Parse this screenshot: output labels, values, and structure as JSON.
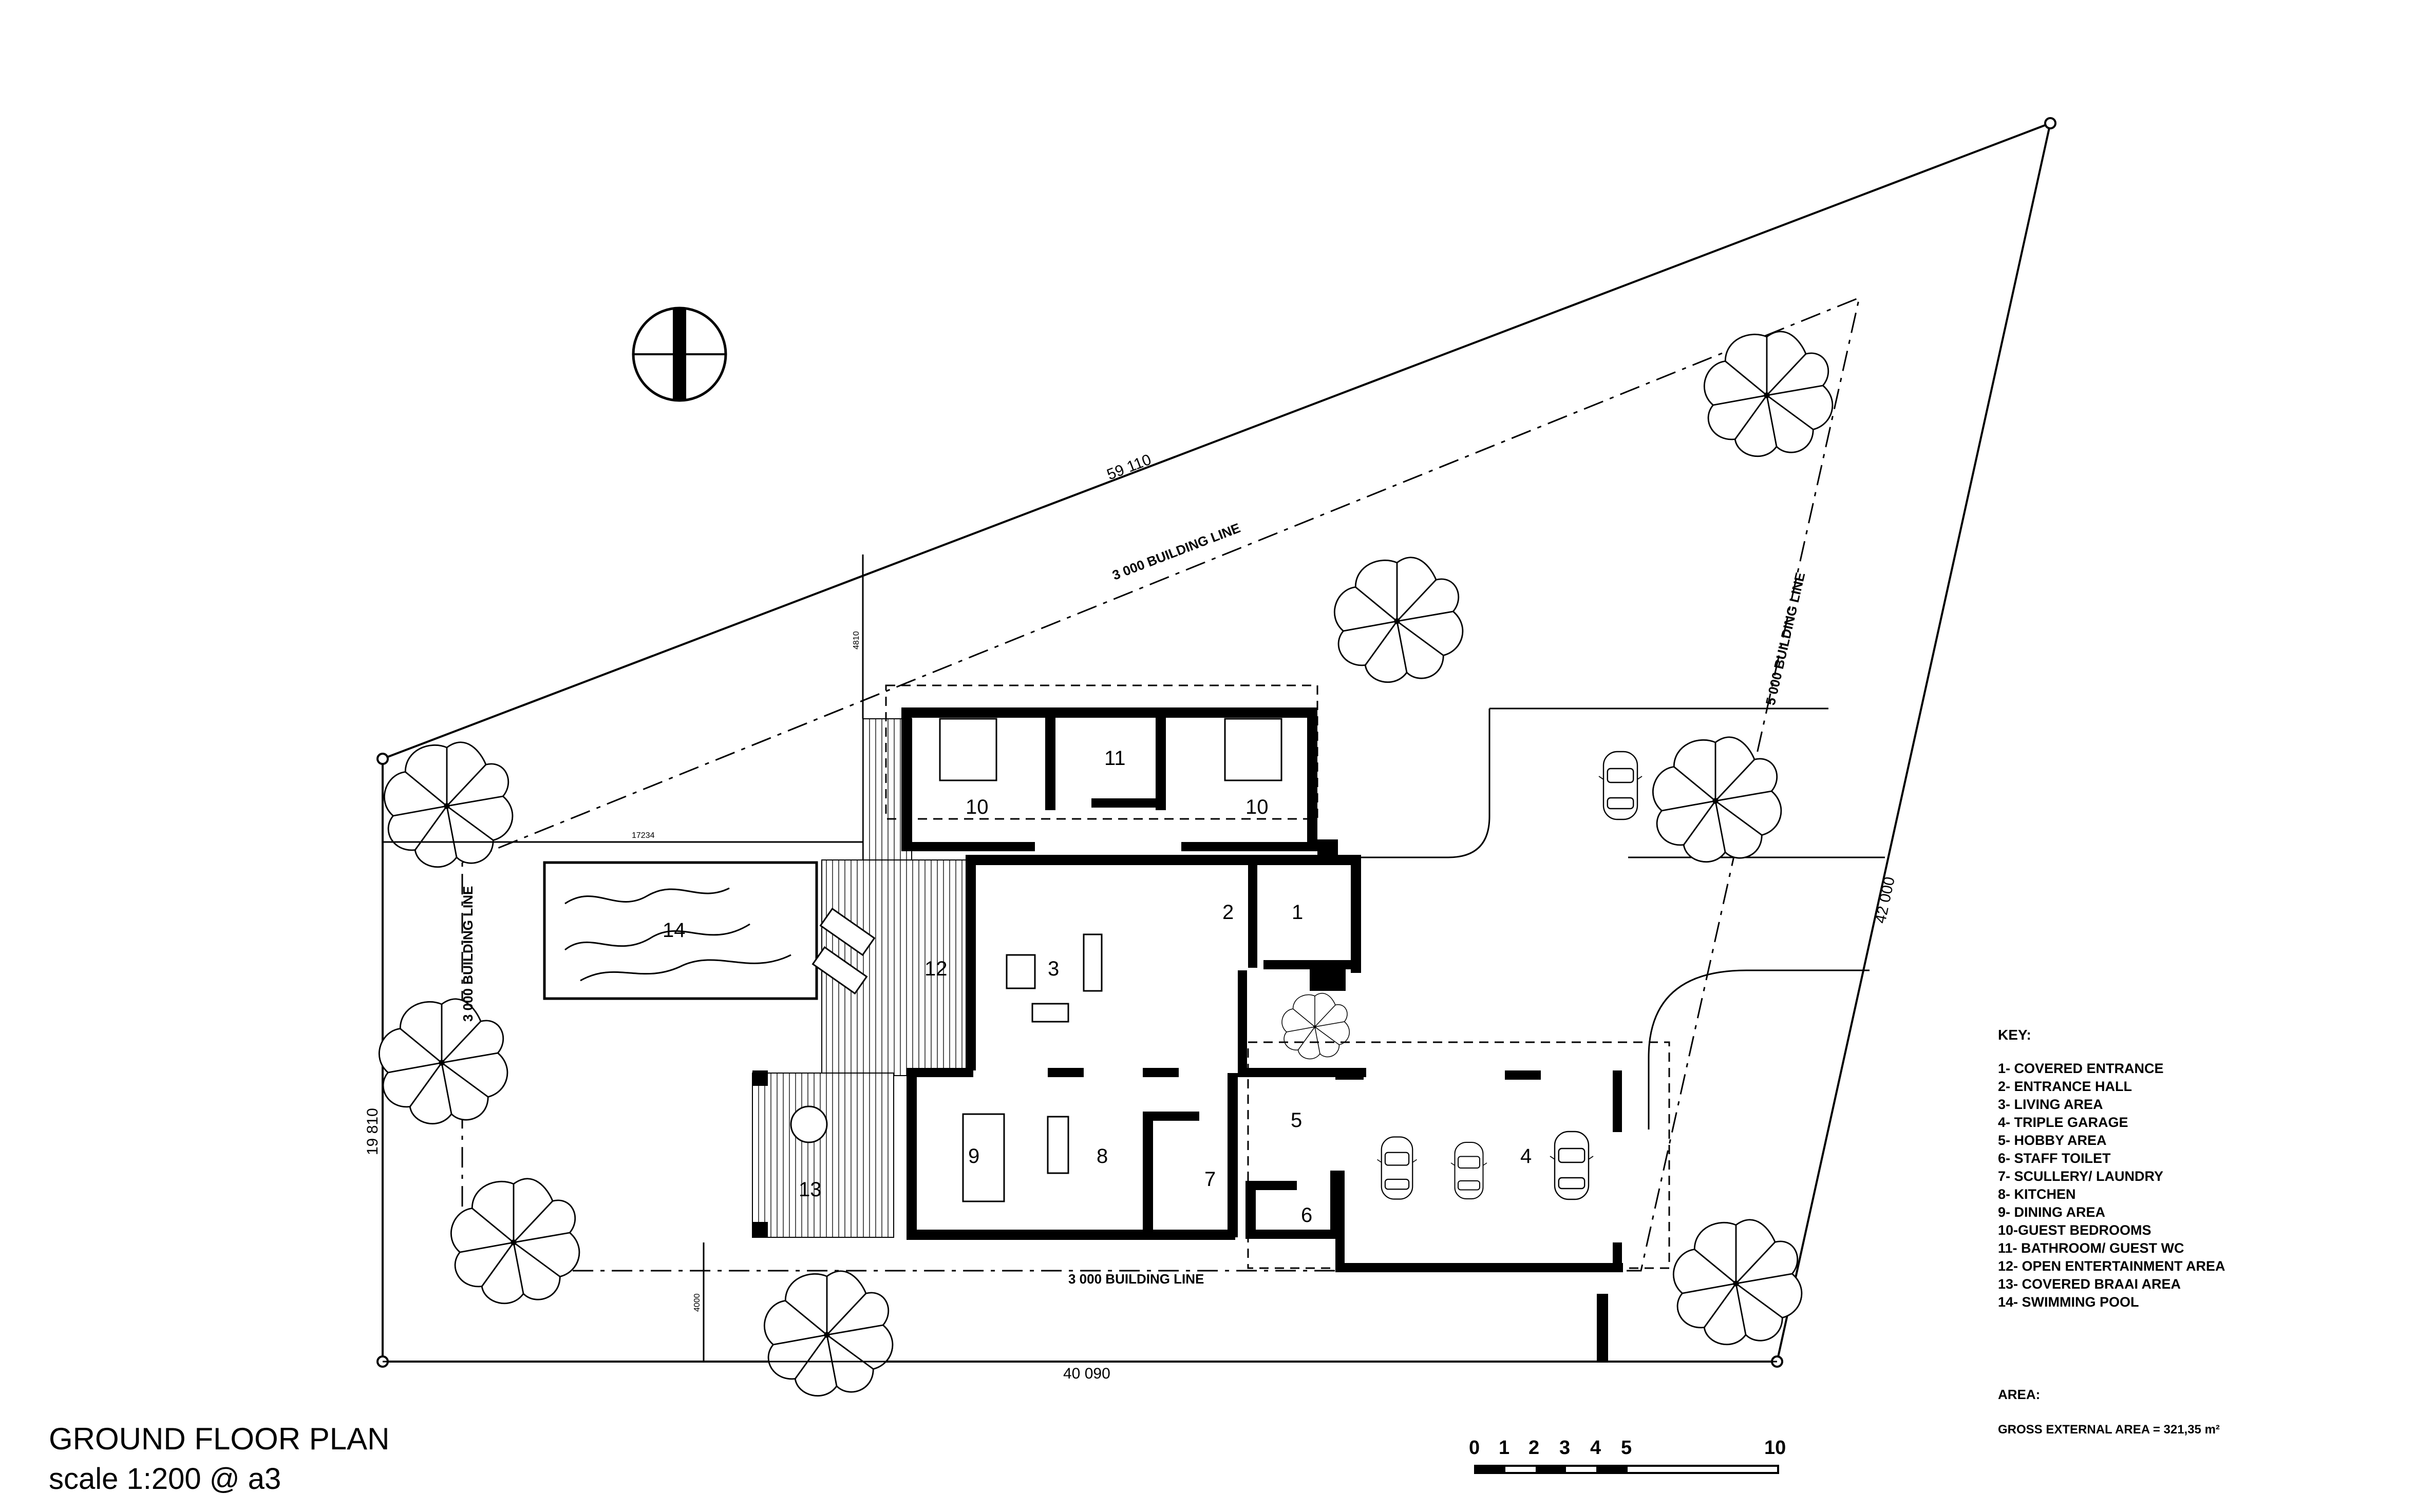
{
  "plan": {
    "title": "GROUND FLOOR PLAN",
    "scale": "scale 1:200 @ a3"
  },
  "dimensions": {
    "top_boundary": "59 110",
    "right_boundary": "42 000",
    "bottom_boundary": "40 090",
    "left_boundary": "19 810",
    "pool_offset": "17234",
    "top_offset": "4810",
    "bottom_offset": "4000"
  },
  "building_lines": {
    "top": "3 000 BUILDING LINE",
    "right": "5 000 BUILDING LINE",
    "left": "3 000 BUILDING LINE",
    "bottom": "3 000 BUILDING LINE"
  },
  "rooms": {
    "r1": "1",
    "r2": "2",
    "r3": "3",
    "r4": "4",
    "r5": "5",
    "r6": "6",
    "r7": "7",
    "r8": "8",
    "r9": "9",
    "r10a": "10",
    "r10b": "10",
    "r11": "11",
    "r12": "12",
    "r13": "13",
    "r14": "14"
  },
  "key": {
    "heading": "KEY:",
    "items": [
      "1- COVERED ENTRANCE",
      "2- ENTRANCE HALL",
      "3- LIVING AREA",
      "4- TRIPLE GARAGE",
      "5- HOBBY AREA",
      "6- STAFF TOILET",
      "7- SCULLERY/ LAUNDRY",
      "8- KITCHEN",
      "9- DINING AREA",
      "10-GUEST BEDROOMS",
      "11- BATHROOM/ GUEST WC",
      "12- OPEN ENTERTAINMENT AREA",
      "13- COVERED BRAAI AREA",
      "14- SWIMMING POOL"
    ]
  },
  "area": {
    "heading": "AREA:",
    "gross": "GROSS EXTERNAL AREA = 321,35 m²"
  },
  "scale_bar": {
    "labels": [
      "0",
      "1",
      "2",
      "3",
      "4",
      "5",
      "10"
    ]
  }
}
